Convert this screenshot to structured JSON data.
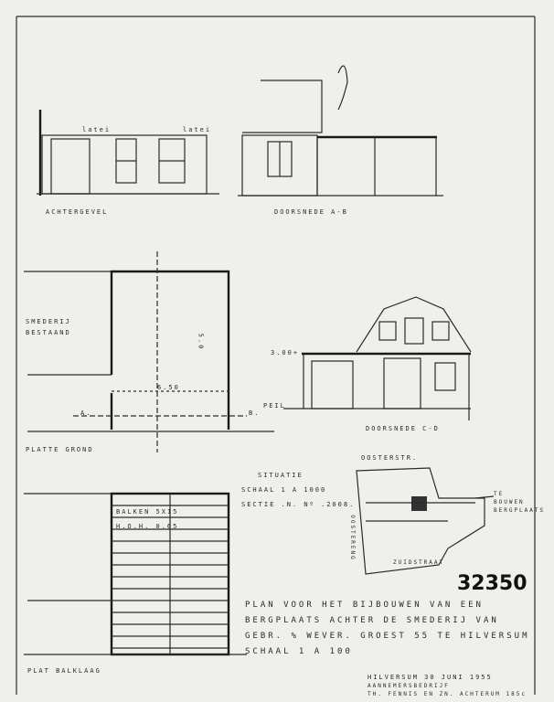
{
  "drawing_number": "32350",
  "views": {
    "achtergevel": "ACHTERGEVEL",
    "doorsnede_ab": "DOORSNEDE A-B",
    "platte_grond": "PLATTE GROND",
    "doorsnede_cd": "DOORSNEDE C-D",
    "plat_balklaag": "PLAT BALKLAAG"
  },
  "annotations": {
    "smederij": [
      "SMEDERIJ",
      "BESTAAND"
    ],
    "dim_650": "6.50",
    "dim_5": "5.0",
    "label_a": "A.",
    "label_b": "B.",
    "latei1": "latei",
    "latei2": "latei",
    "beam_balken": "BALKEN 5X15",
    "beam_hoh": "H.O.H. 0.65",
    "level_300": "3.00+",
    "level_pei": "PEIL"
  },
  "situatie": {
    "title": "SITUATIE",
    "scale": "SCHAAL 1 A 1000",
    "section": "SECTIE .N. Nº .2008.",
    "street_top": "OOSTERSTR.",
    "street_bottom": "ZUIDSTRAAT",
    "street_side": "OOSTERENG",
    "build_label": "TE BOUWEN BERGPLAATS"
  },
  "title_block": {
    "lines": [
      "PLAN VOOR HET BIJBOUWEN VAN EEN",
      "BERGPLAATS ACHTER DE SMEDERIJ VAN",
      "GEBR. % WEVER. GROEST 55 TE HILVERSUM",
      "SCHAAL 1 A 100"
    ],
    "date": "HILVERSUM 30 JUNI 1955",
    "firm": "AANNEMERSBEDRIJF",
    "address": "TH. FENNIS EN ZN. ACHTERUM 185c"
  }
}
